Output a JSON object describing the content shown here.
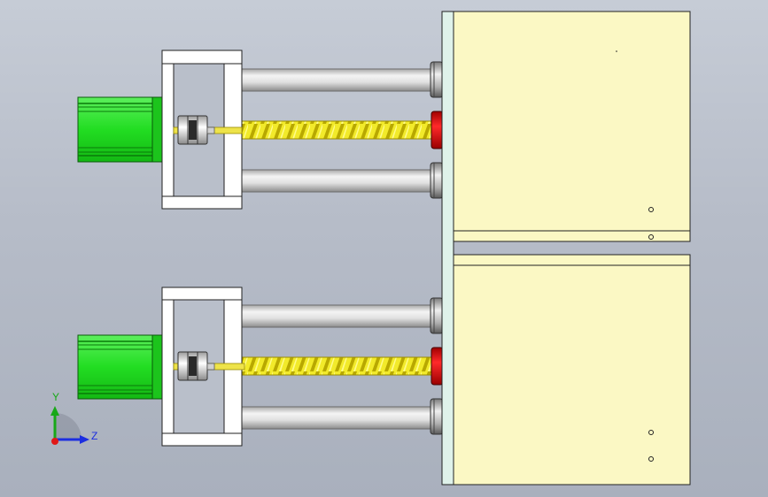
{
  "triad": {
    "y_label": "Y",
    "z_label": "Z",
    "colors": {
      "y_axis": "#18a818",
      "z_axis": "#1c2ee0",
      "x_dot": "#e01818"
    }
  },
  "colors": {
    "background_top": "#c6ccd6",
    "background_bottom": "#a9b0bd",
    "motor_green": "#22dd22",
    "motor_dark": "#0a7a0a",
    "leadscrew_yellow": "#f2ea2a",
    "nut_red": "#e01010",
    "plate_yellow": "#fbf8c4",
    "plate_side_mint": "#dff2ea",
    "rod_grey": "#e4e4e4",
    "frame_white": "#ffffff"
  },
  "assemblies": [
    {
      "id": "upper",
      "parts": [
        "stepper-motor",
        "shaft-coupling",
        "lead-screw",
        "guide-rod",
        "guide-rod",
        "mounting-frame",
        "nut-flange"
      ]
    },
    {
      "id": "lower",
      "parts": [
        "stepper-motor",
        "shaft-coupling",
        "lead-screw",
        "guide-rod",
        "guide-rod",
        "mounting-frame",
        "nut-flange"
      ]
    }
  ]
}
